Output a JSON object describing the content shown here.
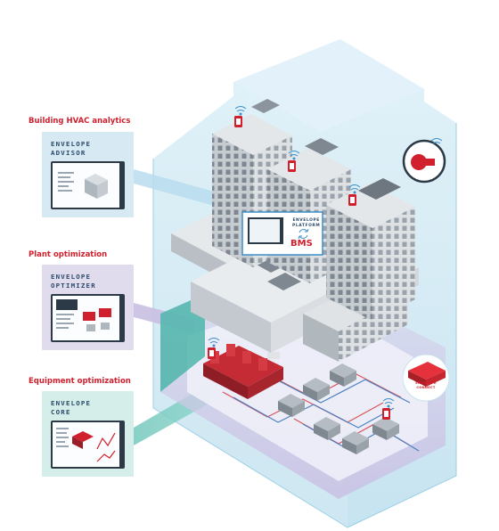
{
  "sections": [
    {
      "heading": "Building HVAC analytics",
      "product": "ENVELOPE\nADVISOR",
      "color": "#d7eaf3"
    },
    {
      "heading": "Plant optimization",
      "product": "ENVELOPE\nOPTIMIZER",
      "color": "#e1dbee"
    },
    {
      "heading": "Equipment optimization",
      "product": "ENVELOPE\nCORE",
      "color": "#d6eeea"
    }
  ],
  "platform": {
    "label": "ENVELOPE\nPLATFORM",
    "bms": "BMS"
  },
  "connect": {
    "label": "ENVELOPE\nCONNECT"
  },
  "colors": {
    "accent_red": "#d0202e",
    "glass_blue": "#a9d7ea",
    "navy_text": "#2a4a6a",
    "building_gray": "#c9ced3"
  },
  "icons": [
    "wifi-icon",
    "device-icon",
    "sync-icon",
    "chiller-icon"
  ]
}
